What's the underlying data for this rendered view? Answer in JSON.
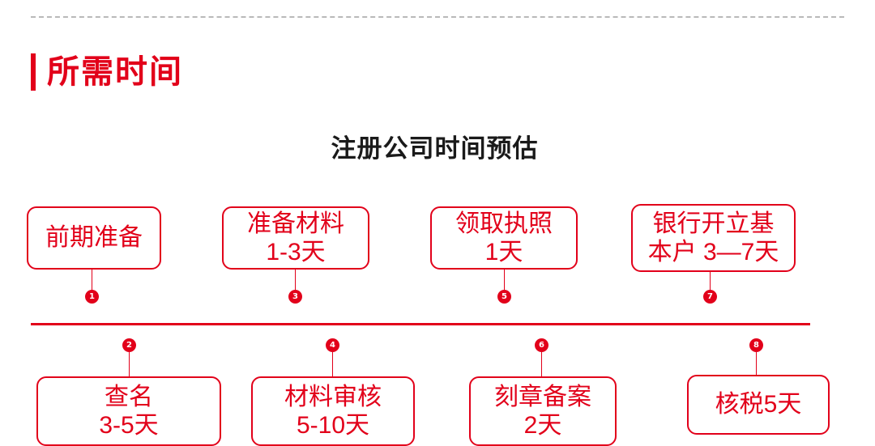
{
  "section": {
    "heading": "所需时间",
    "accent_color": "#e2001a"
  },
  "chart_title": "注册公司时间预估",
  "chart_data": {
    "type": "timeline",
    "title": "注册公司时间预估",
    "orientation": "horizontal",
    "axis_color": "#e2001a",
    "steps": [
      {
        "number": "1",
        "label": "前期准备",
        "duration": "",
        "position": "above"
      },
      {
        "number": "2",
        "label": "查名",
        "duration": "3-5天",
        "position": "below"
      },
      {
        "number": "3",
        "label": "准备材料",
        "duration": "1-3天",
        "position": "above"
      },
      {
        "number": "4",
        "label": "材料审核",
        "duration": "5-10天",
        "position": "below"
      },
      {
        "number": "5",
        "label": "领取执照",
        "duration": "1天",
        "position": "above"
      },
      {
        "number": "6",
        "label": "刻章备案",
        "duration": "2天",
        "position": "below"
      },
      {
        "number": "7",
        "label": "银行开立基本户 3—7天",
        "duration": "",
        "position": "above"
      },
      {
        "number": "8",
        "label": "核税5天",
        "duration": "",
        "position": "below"
      }
    ],
    "box_texts": {
      "step1": "前期准备",
      "step2": "查名\n3-5天",
      "step3": "准备材料\n1-3天",
      "step4": "材料审核\n5-10天",
      "step5": "领取执照\n1天",
      "step6": "刻章备案\n2天",
      "step7": "银行开立基\n本户 3—7天",
      "step8": "核税5天"
    },
    "node_numbers": [
      "1",
      "2",
      "3",
      "4",
      "5",
      "6",
      "7",
      "8"
    ]
  }
}
